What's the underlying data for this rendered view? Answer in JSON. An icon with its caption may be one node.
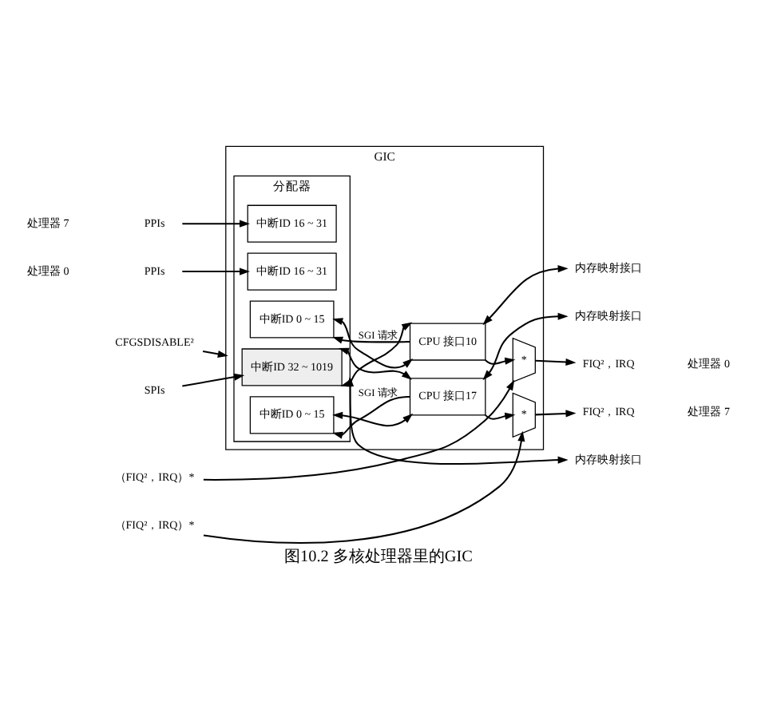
{
  "diagram": {
    "caption": "图10.2 多核处理器里的GIC",
    "nodes": [
      {
        "text": [
          "GIC"
        ]
      },
      {
        "text": [
          "分配器"
        ],
        "in": 0
      },
      {
        "text": [
          "中断ID 32 ~ 1019"
        ],
        "in": 1
      },
      {
        "text": [
          "中断ID 16 ~ 31"
        ],
        "in": 1
      },
      {
        "text": [
          "中断ID 0 ~ 15"
        ],
        "in": 1
      },
      {
        "text": [
          "CPU 接口17"
        ],
        "in": 0
      },
      {
        "text": [
          "*"
        ],
        "in": 0
      },
      {
        "text": [
          "中断ID 16 ~ 31"
        ],
        "in": 1
      },
      {
        "text": [
          "中断ID 0 ~ 15"
        ],
        "in": 1
      },
      {
        "text": [
          "CPU 接口10"
        ],
        "in": 0
      },
      {
        "text": [
          "*"
        ],
        "in": 0
      },
      {
        "text": [
          "CFGSDISABLE²"
        ]
      },
      {
        "text": [
          "内存映射接口"
        ]
      },
      {
        "text": [
          "SPIs"
        ]
      },
      {
        "text": [
          "PPIs"
        ]
      },
      {
        "text": [
          "（FIQ²，IRQ）*"
        ]
      },
      {
        "text": [
          "内存映射接口"
        ]
      },
      {
        "text": [
          "FIQ²，IRQ"
        ]
      },
      {
        "text": [
          "PPIs"
        ]
      },
      {
        "text": [
          "（FIQ²，IRQ）*"
        ]
      },
      {
        "text": [
          "内存映射接口"
        ]
      },
      {
        "text": [
          "FIQ²，IRQ"
        ]
      }
    ],
    "edges": [
      {
        "from": 11,
        "to": 0,
        "arrow": "to"
      },
      {
        "from": 1,
        "to": 12,
        "arrow": "both"
      },
      {
        "from": 13,
        "to": 2,
        "arrow": "to"
      },
      {
        "from": 2,
        "to": 5,
        "arrow": "both"
      },
      {
        "from": 2,
        "to": 9,
        "arrow": "both"
      },
      {
        "from": 14,
        "to": 3,
        "arrow": "to"
      },
      {
        "from": 4,
        "to": 5,
        "arrow": "both"
      },
      {
        "from": 5,
        "to": 4,
        "arrow": "to",
        "label": "SGI 请求"
      },
      {
        "from": 5,
        "to": 6,
        "arrow": "to"
      },
      {
        "from": 15,
        "to": 6,
        "arrow": "to"
      },
      {
        "from": 6,
        "to": 17,
        "arrow": "to"
      },
      {
        "from": 5,
        "to": 16,
        "arrow": "both"
      },
      {
        "from": 18,
        "to": 7,
        "arrow": "to"
      },
      {
        "from": 8,
        "to": 9,
        "arrow": "both"
      },
      {
        "from": 9,
        "to": 8,
        "arrow": "to",
        "label": "SGI 请求"
      },
      {
        "from": 9,
        "to": 10,
        "arrow": "to"
      },
      {
        "from": 19,
        "to": 10,
        "arrow": "to"
      },
      {
        "from": 10,
        "to": 21,
        "arrow": "to"
      },
      {
        "from": 9,
        "to": 20,
        "arrow": "both"
      }
    ],
    "labels": [
      "处理器 7",
      "处理器 7",
      "处理器 0",
      "处理器 0"
    ]
  }
}
